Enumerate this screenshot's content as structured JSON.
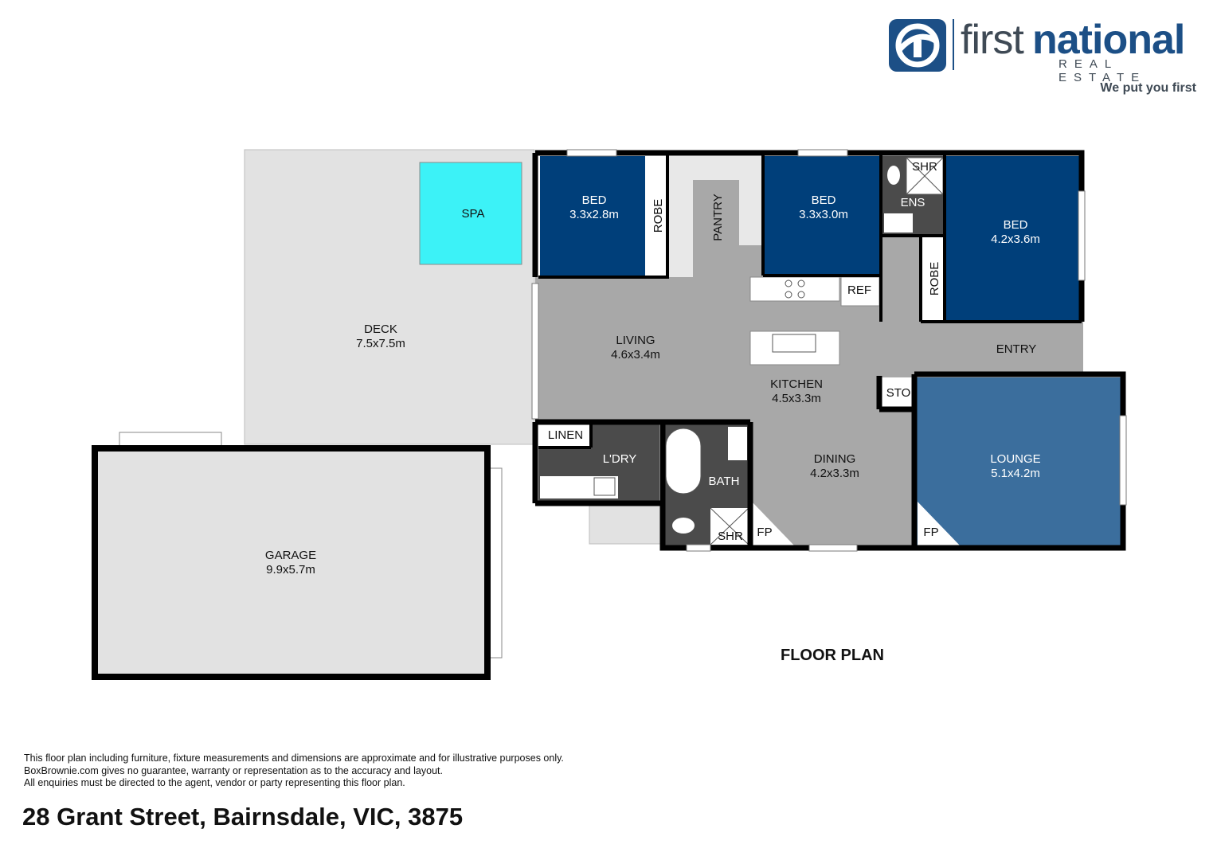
{
  "brand": {
    "name_first": "first",
    "name_second": "national",
    "subtitle": "REAL ESTATE",
    "tagline": "We put you first"
  },
  "colors": {
    "bedroom": "#003f7a",
    "lounge": "#3b6e9d",
    "floor_grey": "#a8a8a8",
    "outdoor_grey": "#e2e2e2",
    "wet_area": "#4b4b4b",
    "spa": "#3cf2f7",
    "wall": "#000000",
    "brand_blue": "#1c4f86",
    "brand_grey": "#3f4a55"
  },
  "rooms": {
    "spa": "SPA",
    "deck_name": "DECK",
    "deck_size": "7.5x7.5m",
    "garage_name": "GARAGE",
    "garage_size": "9.9x5.7m",
    "bed1_name": "BED",
    "bed1_size": "3.3x2.8m",
    "robe1": "ROBE",
    "pantry": "PANTRY",
    "bed2_name": "BED",
    "bed2_size": "3.3x3.0m",
    "ens": "ENS",
    "ens_shr": "SHR",
    "bed3_name": "BED",
    "bed3_size": "4.2x3.6m",
    "robe2": "ROBE",
    "ref": "REF",
    "living_name": "LIVING",
    "living_size": "4.6x3.4m",
    "kitchen_name": "KITCHEN",
    "kitchen_size": "4.5x3.3m",
    "entry": "ENTRY",
    "sto": "STO",
    "linen": "LINEN",
    "laundry": "L'DRY",
    "bath": "BATH",
    "bath_shr": "SHR",
    "fp1": "FP",
    "dining_name": "DINING",
    "dining_size": "4.2x3.3m",
    "lounge_name": "LOUNGE",
    "lounge_size": "5.1x4.2m",
    "fp2": "FP"
  },
  "plan_title": "FLOOR PLAN",
  "disclaimer": {
    "line1": "This floor plan including furniture, fixture measurements and dimensions are approximate and for illustrative purposes only.",
    "line2": "BoxBrownie.com gives no guarantee, warranty or representation as to the accuracy and layout.",
    "line3": "All enquiries must be directed to the agent, vendor or party representing this floor plan."
  },
  "address": "28 Grant Street, Bairnsdale, VIC, 3875"
}
